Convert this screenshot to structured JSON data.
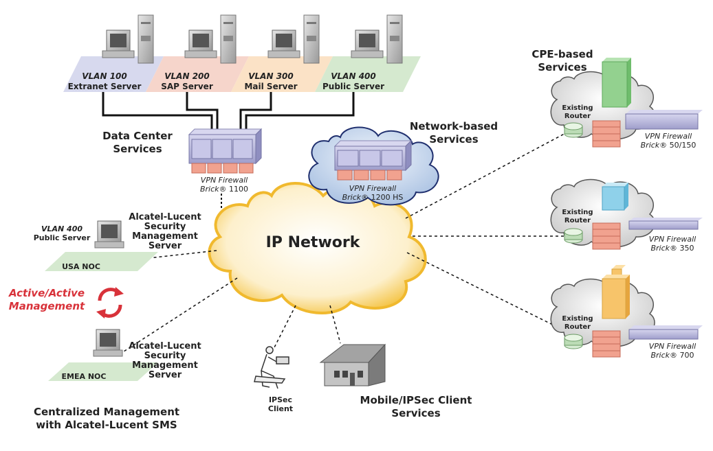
{
  "vlans": [
    {
      "name": "VLAN 100",
      "server": "Extranet Server",
      "color": "#d7d9ee"
    },
    {
      "name": "VLAN 200",
      "server": "SAP Server",
      "color": "#f6d5cb"
    },
    {
      "name": "VLAN 300",
      "server": "Mail Server",
      "color": "#fbe2c6"
    },
    {
      "name": "VLAN 400",
      "server": "Public Server",
      "color": "#d5e9cf"
    }
  ],
  "data_center": {
    "line1": "Data Center",
    "line2": "Services"
  },
  "firewall_1100": {
    "line1": "VPN Firewall",
    "line2_italic": "Brick",
    "line2_rest": "® 1100"
  },
  "network_based": {
    "line1": "Network-based",
    "line2": "Services"
  },
  "firewall_1200": {
    "line1": "VPN Firewall",
    "line2_italic": "Brick",
    "line2_rest": "® 1200 HS"
  },
  "ip_network": "IP Network",
  "cpe": {
    "line1": "CPE-based",
    "line2": "Services"
  },
  "sites": [
    {
      "router_line1": "Existing",
      "router_line2": "Router",
      "fw_line1": "VPN Firewall",
      "fw_italic": "Brick",
      "fw_rest": "® 50/150"
    },
    {
      "router_line1": "Existing",
      "router_line2": "Router",
      "fw_line1": "VPN Firewall",
      "fw_italic": "Brick",
      "fw_rest": "® 350"
    },
    {
      "router_line1": "Existing",
      "router_line2": "Router",
      "fw_line1": "VPN Firewall",
      "fw_italic": "Brick",
      "fw_rest": "® 700"
    }
  ],
  "usa_noc": {
    "vlan": "VLAN 400",
    "server": "Public Server",
    "noc": "USA NOC",
    "sms_lines": [
      "Alcatel-Lucent",
      "Security",
      "Management",
      "Server"
    ]
  },
  "active": {
    "line1": "Active/Active",
    "line2": "Management"
  },
  "emea_noc": {
    "noc": "EMEA NOC",
    "sms_lines": [
      "Alcatel-Lucent",
      "Security",
      "Management",
      "Server"
    ]
  },
  "ipsec_client": {
    "line1": "IPSec",
    "line2": "Client"
  },
  "mobile": {
    "line1": "Mobile/IPSec Client",
    "line2": "Services"
  },
  "central": {
    "line1": "Centralized Management",
    "line2": "with Alcatel-Lucent SMS"
  },
  "colors": {
    "accent_red": "#d8323a",
    "cloud_blue": "#c9d9ef",
    "cloud_yellow": "#f6c94a",
    "firewall_purple": "#b9b8dc",
    "brick": "#f1a28f"
  }
}
